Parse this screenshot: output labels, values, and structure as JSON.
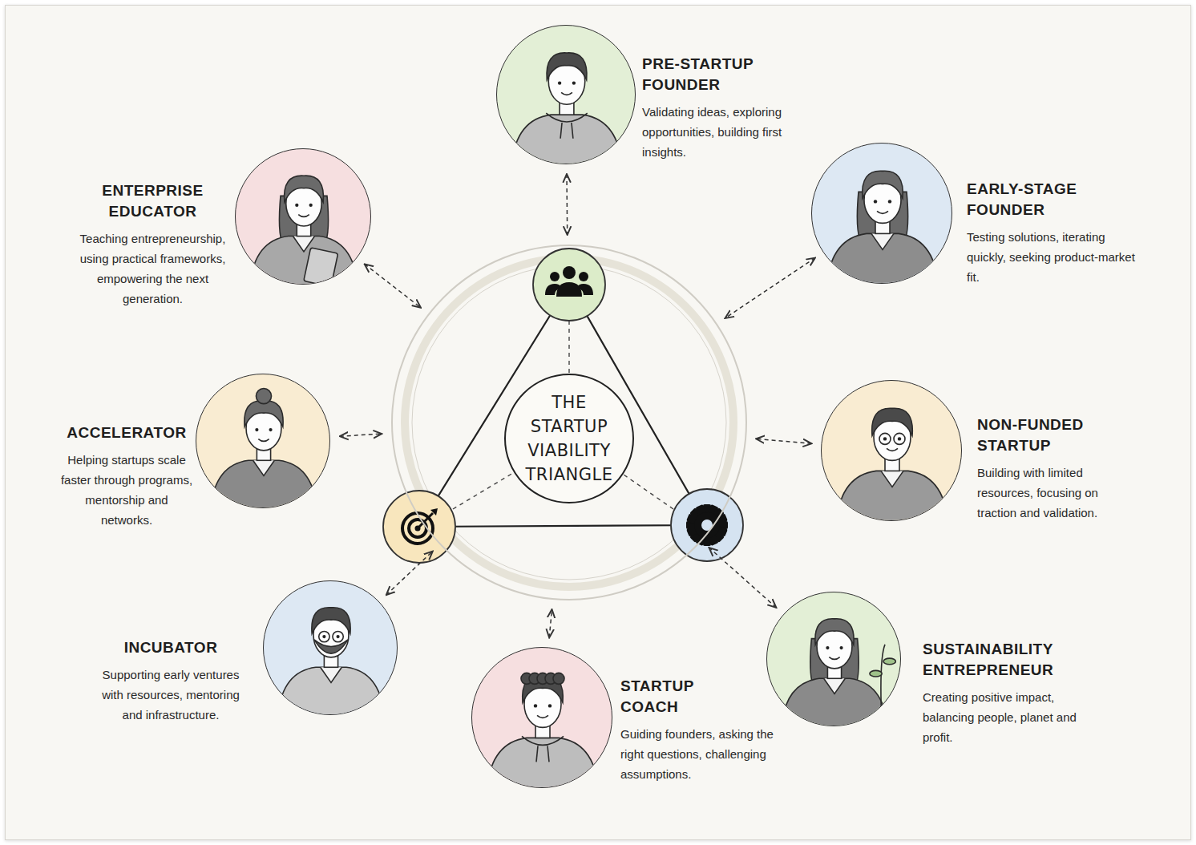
{
  "diagram": {
    "nodes": [
      {
        "text": [
          "THE STARTUP VIABILITY TRIANGLE"
        ]
      },
      {
        "text": [
          "PRE-STARTUP FOUNDER",
          "Validating ideas, exploring opportunities, building first insights."
        ]
      },
      {
        "text": [
          "EARLY-STAGE FOUNDER",
          "Testing solutions, iterating quickly, seeking product-market fit."
        ]
      },
      {
        "text": [
          "NON-FUNDED STARTUP",
          "Building with limited resources, focusing on traction and validation."
        ]
      },
      {
        "text": [
          "SUSTAINABILITY ENTREPRENEUR",
          "Creating positive impact, balancing people, planet and profit."
        ]
      },
      {
        "text": [
          "STARTUP COACH",
          "Guiding founders, asking the right questions, challenging assumptions."
        ]
      },
      {
        "text": [
          "INCUBATOR",
          "Supporting early ventures with resources, mentoring and infrastructure."
        ]
      },
      {
        "text": [
          "ACCELERATOR",
          "Helping startups scale faster through programs, mentorship and networks."
        ]
      },
      {
        "text": [
          "ENTERPRISE EDUCATOR",
          "Teaching entrepreneurship, using practical frameworks, empowering the next generation."
        ]
      }
    ],
    "edges": [
      {
        "from": 1,
        "to": 0,
        "arrow": "both"
      },
      {
        "from": 2,
        "to": 0,
        "arrow": "both"
      },
      {
        "from": 3,
        "to": 0,
        "arrow": "both"
      },
      {
        "from": 4,
        "to": 0,
        "arrow": "both"
      },
      {
        "from": 5,
        "to": 0,
        "arrow": "both"
      },
      {
        "from": 6,
        "to": 0,
        "arrow": "both"
      },
      {
        "from": 7,
        "to": 0,
        "arrow": "both"
      },
      {
        "from": 8,
        "to": 0,
        "arrow": "both"
      }
    ]
  }
}
